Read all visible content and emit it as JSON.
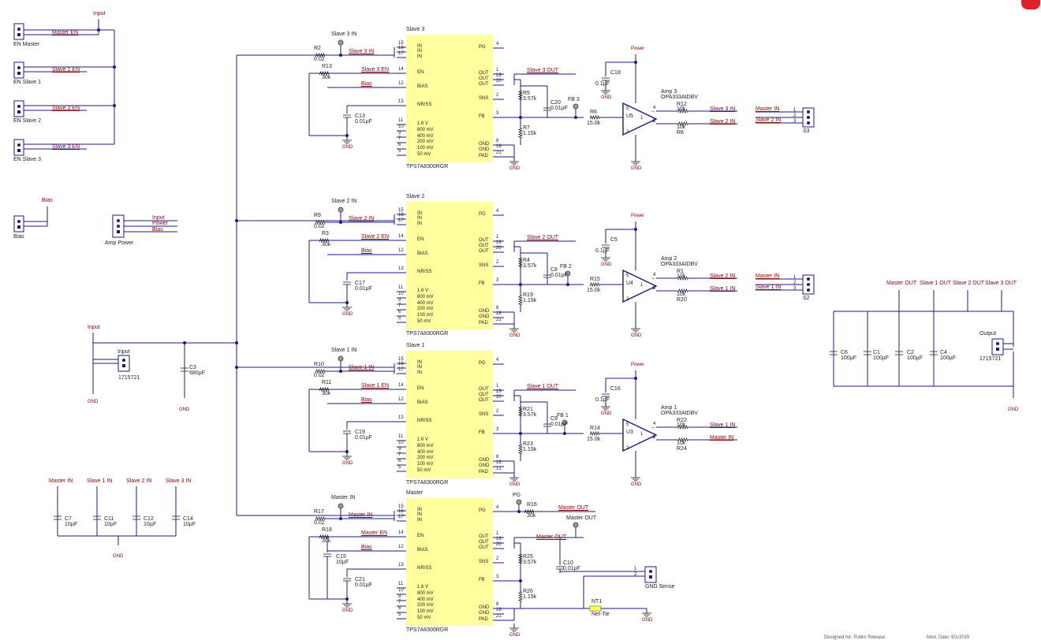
{
  "labels": {
    "input_top": "Input",
    "master_en": "Master EN",
    "en_master": "EN Master",
    "slave1_en": "Slave 1 EN",
    "en_slave1": "EN Slave 1",
    "slave2_en": "Slave 2 EN",
    "en_slave2": "EN Slave 2",
    "slave3_en": "Slave 3 EN",
    "en_slave3": "EN Slave 3",
    "bias_top": "Bias",
    "bias_conn": "Bias",
    "amp_input": "Input",
    "amp_power_net": "Power",
    "amp_bias": "Bias",
    "amp_power": "Amp Power",
    "input_left": "Input",
    "input_conn": "Input",
    "input_part": "1715721",
    "c3": "C3",
    "c3_val": "680µF",
    "gnd": "GND",
    "cap_master_in": "Master IN",
    "cap_slave1_in": "Slave 1 IN",
    "cap_slave2_in": "Slave 2 IN",
    "cap_slave3_in": "Slave 3 IN",
    "c7": "C7",
    "c11": "C11",
    "c12": "C12",
    "c14": "C14",
    "cap10": "10µF",
    "out_master": "Master OUT",
    "out_slave1": "Slave 1 OUT",
    "out_slave2": "Slave 2 OUT",
    "out_slave3": "Slave 3 OUT",
    "c6": "C6",
    "c1": "C1",
    "c2": "C2",
    "c4": "C4",
    "cap100": "100µF",
    "output_conn": "Output",
    "output_part": "1715721"
  },
  "pins": {
    "left": [
      "IN",
      "IN",
      "IN",
      "EN",
      "BIAS",
      "NR/SS",
      "1.6 V",
      "800 mV",
      "400 mV",
      "200 mV",
      "100 mV",
      "50 mV"
    ],
    "left_nums": [
      "15",
      "16",
      "17",
      "14",
      "12",
      "13",
      "11",
      "10",
      "9",
      "7",
      "6",
      "5"
    ],
    "right": [
      "PG",
      "OUT",
      "OUT",
      "OUT",
      "SNS",
      "FB",
      "GND",
      "GND",
      "PAD"
    ],
    "right_nums": [
      "4",
      "1",
      "19",
      "20",
      "2",
      "3",
      "8",
      "18",
      "21"
    ]
  },
  "sections": [
    {
      "name": "Slave 3",
      "part": "TPS7A8300RGR",
      "in_tp": "Slave 3 IN",
      "in_net": "Slave 3 IN",
      "en_net": "Slave 3 EN",
      "bias_net": "Bias",
      "r_in": "R2",
      "r_in_val": "0.02",
      "r_en": "R13",
      "r_en_val": "30k",
      "c_nr": "C13",
      "c_nr_val": "0.01µF",
      "out_net": "Slave 3 OUT",
      "r_top": "R5",
      "r_top_val": "3.57k",
      "r_bot": "R7",
      "r_bot_val": "1.15k",
      "c_ff": "C20",
      "c_ff_val": "0.01µF",
      "fb_tp": "FB 3",
      "r_fb": "R6",
      "r_fb_val": "15.0k",
      "amp": "Amp 3",
      "amp_part": "OPA333AIDBV",
      "amp_ref": "U5",
      "c_dec": "C18",
      "c_dec_val": "0.1µF",
      "r_a": "R12",
      "r_a_val": "10k",
      "r_b": "R8",
      "r_b_val": "10k",
      "net_a": "Slave 3 IN",
      "net_b": "Slave 2 IN",
      "has_conn": true,
      "conn": "S3",
      "conn_net1": "Master IN",
      "conn_net2": "Slave 2 IN",
      "power": "Power"
    },
    {
      "name": "Slave 2",
      "part": "TPS7A8300RGR",
      "in_tp": "Slave 2 IN",
      "in_net": "Slave 2 IN",
      "en_net": "Slave 2 EN",
      "bias_net": "Bias",
      "r_in": "R9",
      "r_in_val": "0.02",
      "r_en": "R3",
      "r_en_val": "30k",
      "c_nr": "C17",
      "c_nr_val": "0.01µF",
      "out_net": "Slave 2 OUT",
      "r_top": "R4",
      "r_top_val": "3.57k",
      "r_bot": "R19",
      "r_bot_val": "1.15k",
      "c_ff": "C8",
      "c_ff_val": "0.01µF",
      "fb_tp": "FB 2",
      "r_fb": "R15",
      "r_fb_val": "15.0k",
      "amp": "Amp 2",
      "amp_part": "OPA333AIDBV",
      "amp_ref": "U4",
      "c_dec": "C5",
      "c_dec_val": "0.1µF",
      "r_a": "R1",
      "r_a_val": "10k",
      "r_b": "R20",
      "r_b_val": "10k",
      "net_a": "Slave 2 IN",
      "net_b": "Slave 1 IN",
      "has_conn": true,
      "conn": "S2",
      "conn_net1": "Master IN",
      "conn_net2": "Slave 1 IN",
      "power": "Power"
    },
    {
      "name": "Slave 1",
      "part": "TPS7A8300RGR",
      "in_tp": "Slave 1 IN",
      "in_net": "Slave 1 IN",
      "en_net": "Slave 1 EN",
      "bias_net": "Bias",
      "r_in": "R10",
      "r_in_val": "0.02",
      "r_en": "R11",
      "r_en_val": "30k",
      "c_nr": "C19",
      "c_nr_val": "0.01µF",
      "out_net": "Slave 1 OUT",
      "r_top": "R21",
      "r_top_val": "3.57k",
      "r_bot": "R23",
      "r_bot_val": "1.15k",
      "c_ff": "C9",
      "c_ff_val": "0.01µF",
      "fb_tp": "FB 1",
      "r_fb": "R14",
      "r_fb_val": "15.0k",
      "amp": "Amp 1",
      "amp_part": "OPA333AIDBV",
      "amp_ref": "U3",
      "c_dec": "C16",
      "c_dec_val": "0.1µF",
      "r_a": "R22",
      "r_a_val": "10k",
      "r_b": "R24",
      "r_b_val": "10k",
      "net_a": "Slave 1 IN",
      "net_b": "Master IN",
      "has_conn": false,
      "conn": "",
      "conn_net1": "",
      "conn_net2": "",
      "power": "Power"
    },
    {
      "name": "Master",
      "part": "TPS7A8300RGR",
      "in_tp": "Master IN",
      "in_net": "Master IN",
      "en_net": "Master EN",
      "bias_net": "Bias",
      "r_in": "R17",
      "r_in_val": "0.02",
      "r_en": "R18",
      "r_en_val": "30k",
      "c_nr": "C21",
      "c_nr_val": "0.01µF",
      "out_net": "Master OUT",
      "r_top": "R25",
      "r_top_val": "3.57k",
      "r_bot": "R26",
      "r_bot_val": "1.15k",
      "c_ff": "C10",
      "c_ff_val": "0.01µF",
      "c_ss": "C15",
      "c_ss_val": "10µF",
      "pg_tp": "PG",
      "r_pg": "R16",
      "r_pg_val": "30k",
      "pg_net": "Master OUT",
      "out_tp": "Master OUT",
      "gnd_sense": "GND Sense",
      "nt": "NT1",
      "nt_name": "Net-Tie",
      "is_master": true
    }
  ],
  "footer": {
    "left": "Designed for: Public Release",
    "right": "Mod. Date: 9/1/2015"
  }
}
